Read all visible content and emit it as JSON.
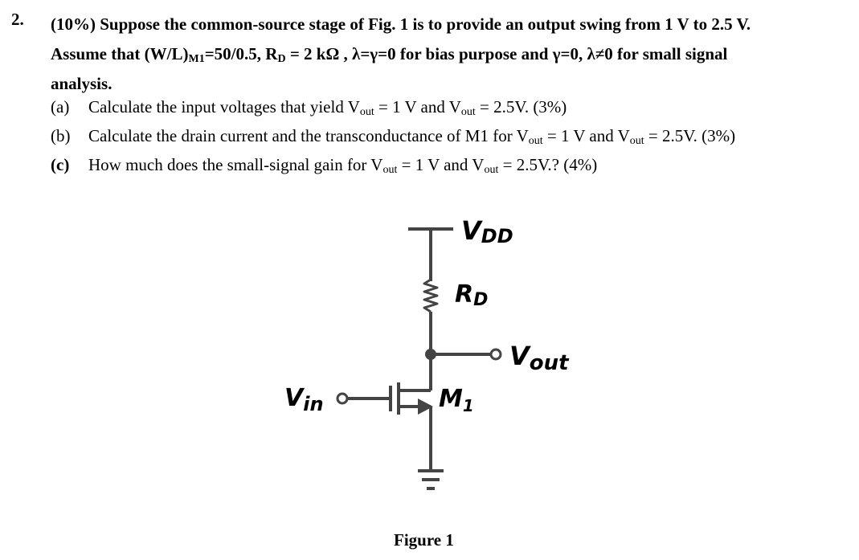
{
  "question": {
    "number": "2.",
    "intro": {
      "line1_a": "(10%) Suppose the common-source stage of Fig. 1 is to provide an output swing from 1 V to 2.5 V.",
      "line2_a": "Assume that (W/L)",
      "line2_sub": "M1",
      "line2_b": "=50/0.5, R",
      "line2_sub2": "D",
      "line2_c": " = 2 kΩ , λ=γ=0 for bias purpose and γ=0, λ≠0 for small signal",
      "line3": "analysis."
    },
    "parts": [
      {
        "label": "(a)",
        "t1": "Calculate the input voltages that yield V",
        "s1": "out",
        "t2": " = 1 V and V",
        "s2": "out",
        "t3": " = 2.5V. (3%)"
      },
      {
        "label": "(b)",
        "t1": "Calculate the drain current and the transconductance of M1 for V",
        "s1": "out",
        "t2": " = 1 V and V",
        "s2": "out",
        "t3": " = 2.5V. (3%)"
      },
      {
        "label": "(c)",
        "t1": "How much does the small-signal gain for V",
        "s1": "out",
        "t2": " = 1 V and V",
        "s2": "out",
        "t3": " = 2.5V.? (4%)"
      }
    ]
  },
  "figure": {
    "vdd": "V",
    "vdd_sub": "DD",
    "rd": "R",
    "rd_sub": "D",
    "vout": "V",
    "vout_sub": "out",
    "vin": "V",
    "vin_sub": "in",
    "m1": "M",
    "m1_sub": "1",
    "caption": "Figure 1"
  }
}
